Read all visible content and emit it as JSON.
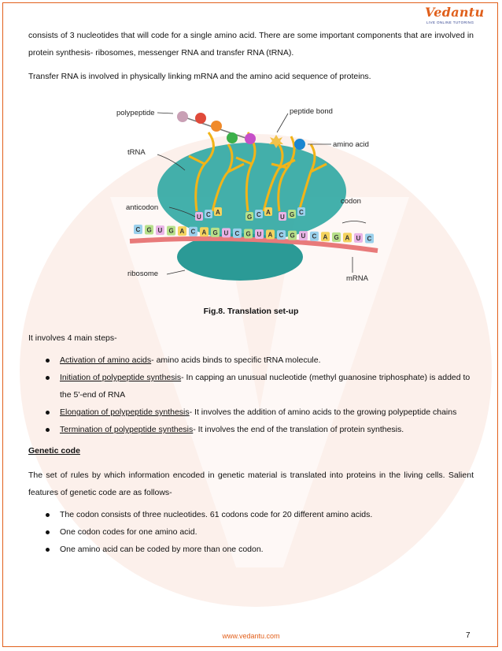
{
  "header": {
    "logo_text": "Vedantu",
    "logo_tagline": "LIVE ONLINE TUTORING"
  },
  "intro": {
    "para1": "consists of 3 nucleotides that will code for a single amino acid. There are some important components that are involved in protein synthesis- ribosomes, messenger RNA and transfer RNA (tRNA).",
    "para2": "Transfer RNA is involved in physically linking mRNA and the amino acid sequence of proteins."
  },
  "figure": {
    "labels": {
      "polypeptide": "polypeptide",
      "peptide_bond": "peptide bond",
      "amino_acid": "amino acid",
      "trna": "tRNA",
      "anticodon": "anticodon",
      "codon": "codon",
      "ribosome": "ribosome",
      "mrna": "mRNA"
    },
    "caption": "Fig.8. Translation set-up",
    "mrna_bases": [
      "C",
      "G",
      "U",
      "G",
      "A",
      "C",
      "A",
      "G",
      "U",
      "C",
      "G",
      "U",
      "A",
      "C",
      "G",
      "U",
      "C",
      "A",
      "G",
      "A",
      "U",
      "C"
    ],
    "anticodons": [
      [
        "U",
        "C",
        "A"
      ],
      [
        "G",
        "C",
        "A"
      ],
      [
        "U",
        "G",
        "C"
      ]
    ]
  },
  "steps": {
    "intro": "It involves 4 main steps-",
    "items": [
      {
        "term": "Activation of amino acids",
        "rest": "- amino acids binds to specific tRNA molecule."
      },
      {
        "term": "Initiation of polypeptide synthesis",
        "rest": "- In capping an unusual nucleotide (methyl guanosine triphosphate) is added to"
      },
      {
        "term": "",
        "rest": "the 5'-end of RNA"
      },
      {
        "term": "Elongation of polypeptide synthesis",
        "rest": "- It involves the addition of amino acids to the growing polypeptide chains"
      },
      {
        "term": "Termination of polypeptide synthesis",
        "rest": "- It involves the end of the translation of protein synthesis."
      }
    ]
  },
  "genetic_code": {
    "heading": "Genetic code",
    "para": "The set of rules by which information encoded in genetic material is translated into proteins in the living cells. Salient features of genetic code are as follows-",
    "items": [
      "The codon consists of three nucleotides. 61 codons code for 20 different amino acids.",
      "One codon codes for one amino acid.",
      "One amino acid can be coded by more than one codon."
    ]
  },
  "footer": {
    "url": "www.vedantu.com",
    "page_number": "7"
  },
  "colors": {
    "brand": "#e2601c",
    "ribosome": "#2fa7a3",
    "trna": "#f2b418",
    "mrna": "#e87a7a"
  }
}
